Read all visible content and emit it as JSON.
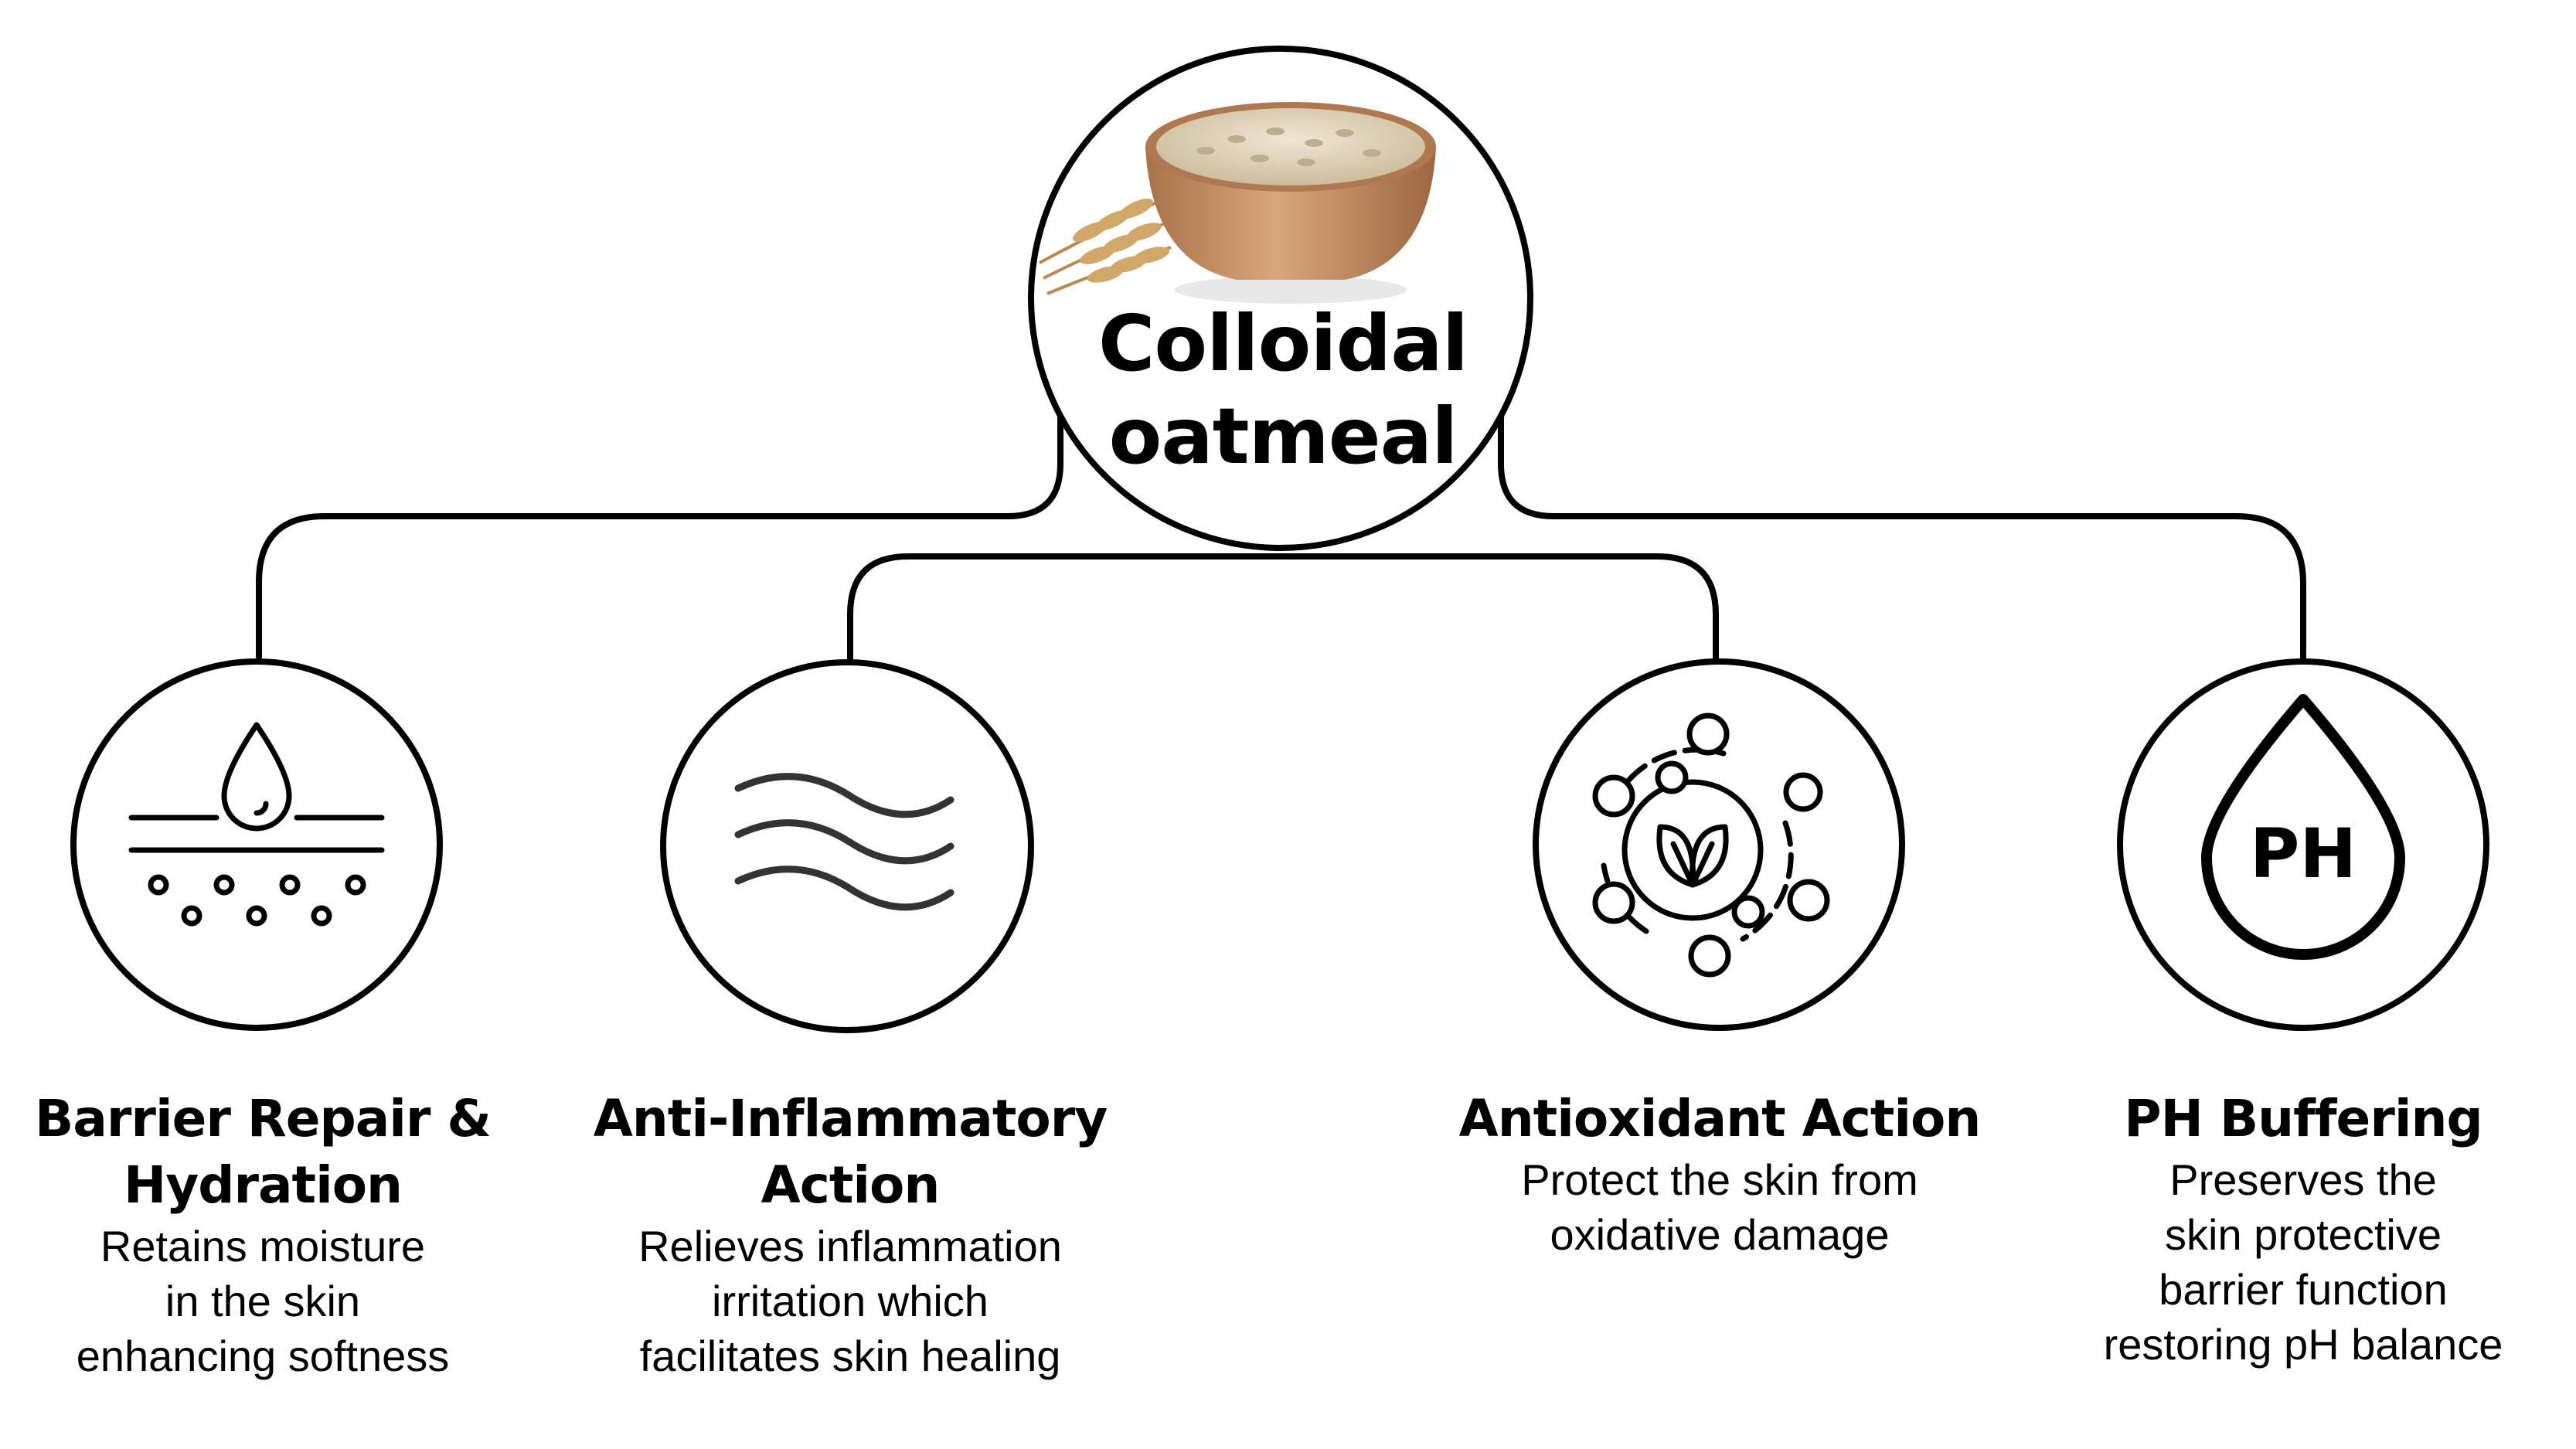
{
  "center": {
    "title_lines": [
      "Colloidal",
      "oatmeal"
    ],
    "image": "bowl-of-oat-flakes-with-wheat-ears"
  },
  "benefits": [
    {
      "icon": "skin-hydration-icon",
      "title_lines": [
        "Barrier Repair &",
        "Hydration"
      ],
      "desc_lines": [
        "Retains moisture",
        "in the skin",
        "enhancing softness"
      ]
    },
    {
      "icon": "waves-icon",
      "title_lines": [
        "Anti-Inflammatory",
        "Action"
      ],
      "desc_lines": [
        "Relieves inflammation",
        "irritation which",
        "facilitates skin healing"
      ]
    },
    {
      "icon": "antioxidant-leaf-icon",
      "title_lines": [
        "Antioxidant Action"
      ],
      "desc_lines": [
        "Protect the skin from",
        "oxidative damage"
      ]
    },
    {
      "icon": "ph-drop-icon",
      "title_lines": [
        "PH Buffering"
      ],
      "desc_lines": [
        "Preserves the",
        "skin protective",
        "barrier function",
        "restoring pH balance"
      ]
    }
  ],
  "colors": {
    "line": "#000000",
    "background": "#ffffff",
    "bowl": "#c8946a",
    "oats": "#e2d6bf",
    "wheat": "#c9a063"
  }
}
